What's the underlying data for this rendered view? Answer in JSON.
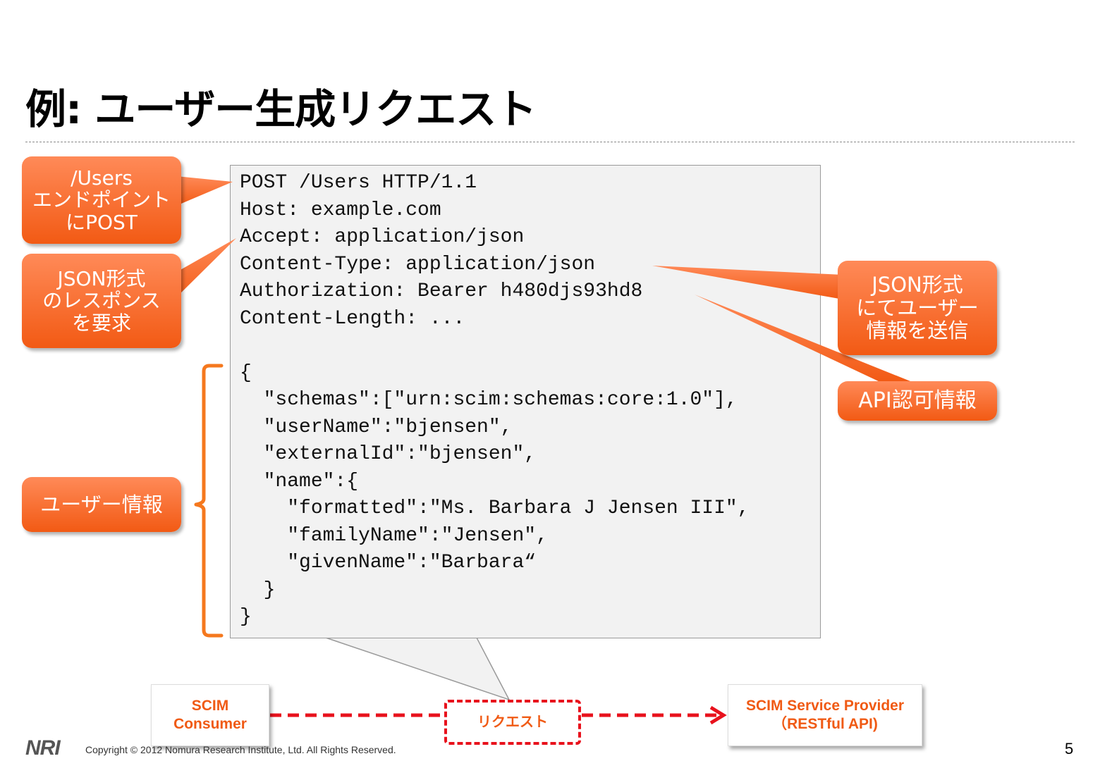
{
  "slide": {
    "title": "例: ユーザー生成リクエスト",
    "page_number": "5",
    "copyright": "Copyright © 2012 Nomura Research Institute, Ltd. All Rights Reserved.",
    "logo_text": "NRI"
  },
  "code_lines": [
    "POST /Users HTTP/1.1",
    "Host: example.com",
    "Accept: application/json",
    "Content-Type: application/json",
    "Authorization: Bearer h480djs93hd8",
    "Content-Length: ...",
    "",
    "{",
    "  \"schemas\":[\"urn:scim:schemas:core:1.0\"],",
    "  \"userName\":\"bjensen\",",
    "  \"externalId\":\"bjensen\",",
    "  \"name\":{",
    "    \"formatted\":\"Ms. Barbara J Jensen III\",",
    "    \"familyName\":\"Jensen\",",
    "    \"givenName\":\"Barbara“",
    "  }",
    "}"
  ],
  "callouts": {
    "users_endpoint": [
      "/Users",
      "エンドポイント",
      "にPOST"
    ],
    "json_response": [
      "JSON形式",
      "のレスポンス",
      "を要求"
    ],
    "user_info": [
      "ユーザー情報"
    ],
    "json_send": [
      "JSON形式",
      "にてユーザー",
      "情報を送信"
    ],
    "api_auth": [
      "API認可情報"
    ]
  },
  "flow": {
    "consumer": [
      "SCIM",
      "Consumer"
    ],
    "request": "リクエスト",
    "provider": [
      "SCIM Service Provider",
      "（RESTful API)"
    ]
  },
  "colors": {
    "callout_orange": "#f46a2a",
    "bracket_orange": "#f5781e",
    "arrow_red": "#e8111c",
    "code_bg": "#f2f2f2"
  }
}
